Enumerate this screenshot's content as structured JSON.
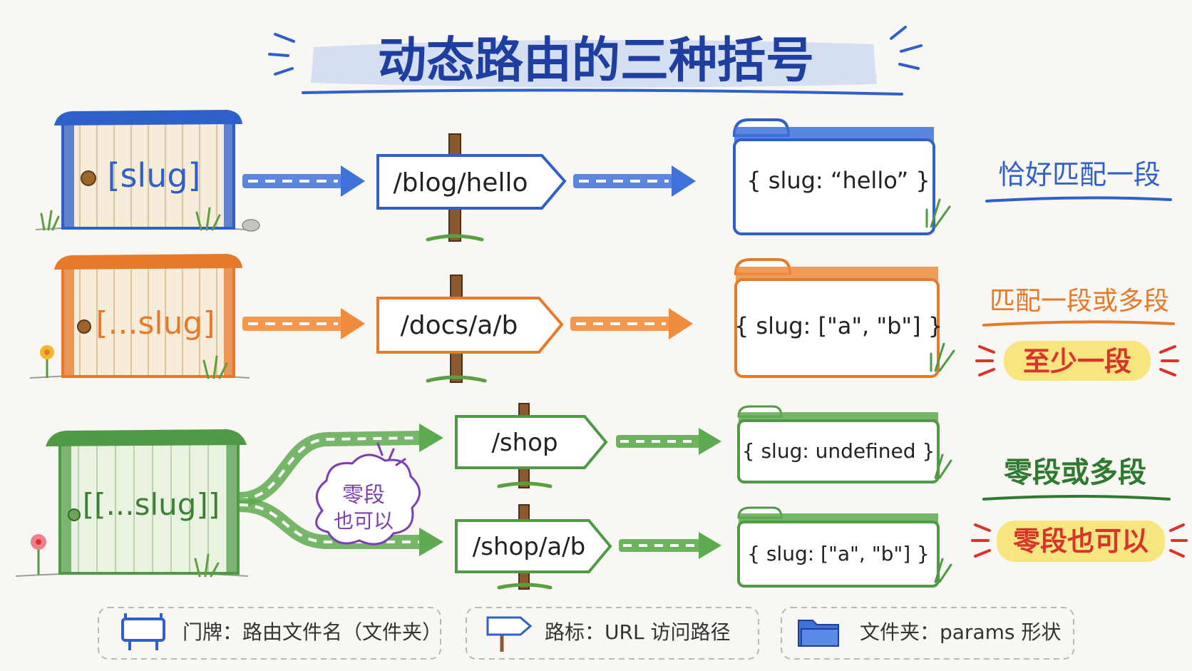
{
  "title": "动态路由的三种括号",
  "colors": {
    "blue": "#2f5fc8",
    "orange": "#e57a2a",
    "green": "#4f9a45",
    "purple": "#7b3fb3",
    "red": "#d9342b",
    "highlight": "#f7e36a",
    "door_fill": "#f6ecd9",
    "post": "#8a5a2e"
  },
  "rows": {
    "single": {
      "door_label": "[slug]",
      "sign_text": "/blog/hello",
      "params_text": "{ slug: “hello” }",
      "note": "恰好匹配一段"
    },
    "catchall": {
      "door_label": "[...slug]",
      "sign_text": "/docs/a/b",
      "params_text": "{ slug: [\"a\", \"b\"] }",
      "note": "匹配一段或多段",
      "badge": "至少一段"
    },
    "optional": {
      "door_label": "[[...slug]]",
      "cloud_line1": "零段",
      "cloud_line2": "也可以",
      "branch_top": {
        "sign_text": "/shop",
        "params_text": "{ slug: undefined }"
      },
      "branch_bottom": {
        "sign_text": "/shop/a/b",
        "params_text": "{ slug: [\"a\", \"b\"] }"
      },
      "note": "零段或多段",
      "badge": "零段也可以"
    }
  },
  "legend": {
    "door": "门牌：路由文件名（文件夹）",
    "sign": "路标：URL 访问路径",
    "folder": "文件夹：params 形状"
  }
}
